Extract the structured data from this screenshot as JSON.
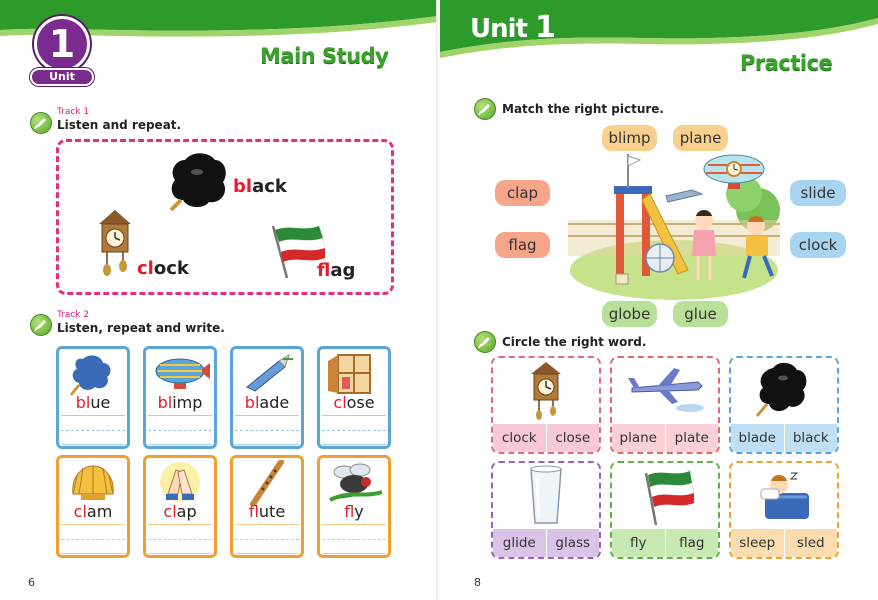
{
  "left_page": {
    "unit_number": "1",
    "unit_label": "Unit",
    "section_title": "Main Study",
    "track1": {
      "track_label": "Track 1",
      "instruction": "Listen and repeat.",
      "words": [
        {
          "hl": "bl",
          "rest": "ack"
        },
        {
          "hl": "cl",
          "rest": "ock"
        },
        {
          "hl": "fl",
          "rest": "ag"
        }
      ]
    },
    "track2": {
      "track_label": "Track 2",
      "instruction": "Listen, repeat and write.",
      "cards": [
        {
          "hl": "bl",
          "rest": "ue",
          "color": "blue",
          "icon": "ink-splat-icon"
        },
        {
          "hl": "bl",
          "rest": "imp",
          "color": "blue",
          "icon": "blimp-icon"
        },
        {
          "hl": "bl",
          "rest": "ade",
          "color": "blue",
          "icon": "blade-icon"
        },
        {
          "hl": "cl",
          "rest": "ose",
          "color": "blue",
          "icon": "window-icon"
        },
        {
          "hl": "cl",
          "rest": "am",
          "color": "orange",
          "icon": "clam-icon"
        },
        {
          "hl": "cl",
          "rest": "ap",
          "color": "orange",
          "icon": "clapping-hands-icon"
        },
        {
          "hl": "fl",
          "rest": "ute",
          "color": "orange",
          "icon": "flute-icon"
        },
        {
          "hl": "fl",
          "rest": "y",
          "color": "orange",
          "icon": "fly-icon"
        }
      ]
    },
    "page_number": "6"
  },
  "right_page": {
    "unit_title": "Unit",
    "unit_number": "1",
    "section_title": "Practice",
    "match": {
      "instruction": "Match the right picture.",
      "pills": {
        "blimp": "blimp",
        "plane": "plane",
        "clap": "clap",
        "flag": "flag",
        "slide": "slide",
        "clock": "clock",
        "globe": "globe",
        "glue": "glue"
      }
    },
    "circle": {
      "instruction": "Circle the right word.",
      "cards": [
        {
          "options": [
            "clock",
            "close"
          ],
          "color": "pink",
          "icon": "clock-icon"
        },
        {
          "options": [
            "plane",
            "plate"
          ],
          "color": "red",
          "icon": "plane-icon"
        },
        {
          "options": [
            "blade",
            "black"
          ],
          "color": "blue",
          "icon": "ink-splat-icon"
        },
        {
          "options": [
            "glide",
            "glass"
          ],
          "color": "purple",
          "icon": "glass-icon"
        },
        {
          "options": [
            "fly",
            "flag"
          ],
          "color": "green",
          "icon": "flag-icon"
        },
        {
          "options": [
            "sleep",
            "sled"
          ],
          "color": "orange",
          "icon": "sleeping-child-icon"
        }
      ]
    },
    "page_number": "8"
  },
  "colors": {
    "green_band": "#2f9a2c",
    "highlight_red": "#e41c2c",
    "unit_purple": "#7a2c8e",
    "title_green": "#3aa12c"
  }
}
